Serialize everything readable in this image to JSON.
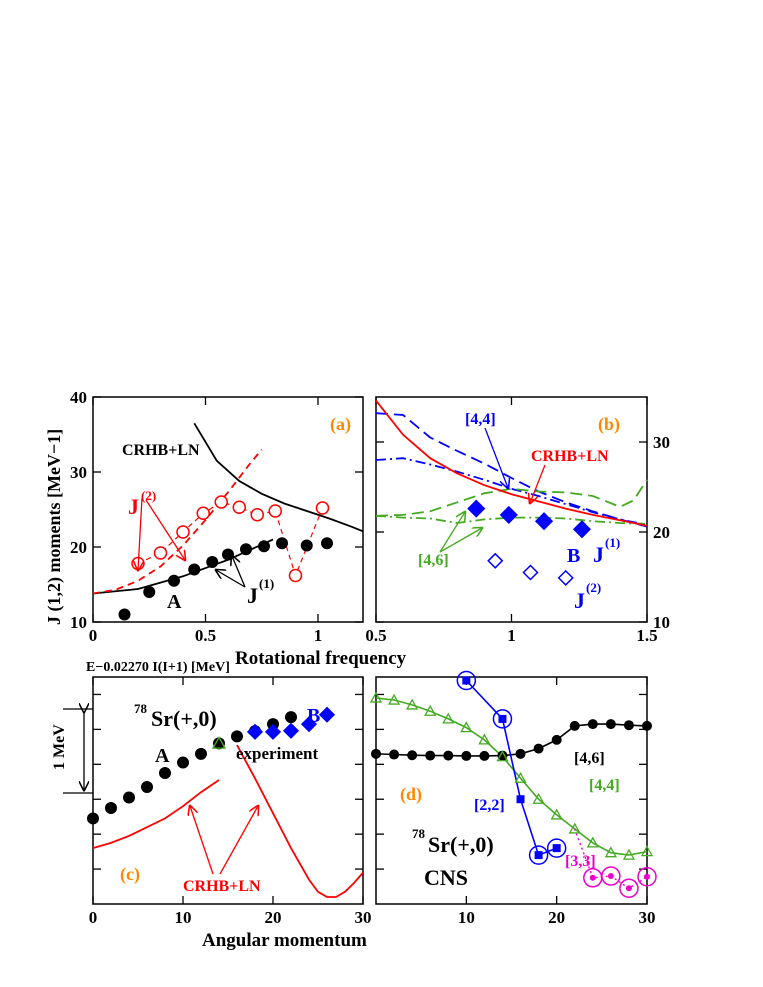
{
  "colors": {
    "black": "#000000",
    "red": "#ff0000",
    "blue": "#0000ff",
    "green": "#44aa22",
    "orange": "#ff8800",
    "magenta": "#ee00cc"
  },
  "xlabel_top": "Rotational  frequency",
  "xlabel_bottom": "Angular  momentum",
  "ylabel_a": "J (1,2) moments [MeV−1]",
  "ylabel_c": "E−0.02270 I(I+1) [MeV]",
  "scalebar_label": "1 MeV",
  "chart_data": [
    {
      "panel": "(a)",
      "type": "scatter",
      "xlim": [
        0,
        1.2
      ],
      "ylim": [
        10,
        40
      ],
      "xticks": [
        "0",
        "0.5",
        "1"
      ],
      "yticks": [
        "10",
        "20",
        "30",
        "40"
      ],
      "labels": {
        "crhb": "CRHB+LN",
        "j2": "J",
        "j2sup": "(2)",
        "j1": "J",
        "j1sup": "(1)",
        "band": "A"
      },
      "series": [
        {
          "kind": "J1-exp",
          "x": [
            0.14,
            0.25,
            0.36,
            0.45,
            0.53,
            0.6,
            0.68,
            0.76,
            0.84,
            0.95,
            1.04
          ],
          "y": [
            11,
            14,
            15.5,
            17,
            18,
            19,
            19.7,
            20.1,
            20.5,
            20.2,
            20.5
          ]
        },
        {
          "kind": "J2-exp",
          "x": [
            0.2,
            0.3,
            0.4,
            0.49,
            0.57,
            0.65,
            0.73,
            0.81,
            0.9,
            1.02
          ],
          "y": [
            17.8,
            19.2,
            22,
            24.5,
            26,
            25.3,
            24.3,
            24.8,
            16.2,
            25.2
          ]
        },
        {
          "kind": "J1-CRHB",
          "x": [
            0.0,
            0.2,
            0.4,
            0.6,
            0.8
          ],
          "y": [
            13.8,
            14.4,
            16.1,
            18.3,
            21.0
          ]
        },
        {
          "kind": "J2-CRHB",
          "x": [
            0.0,
            0.1,
            0.2,
            0.3,
            0.4,
            0.5,
            0.6,
            0.7,
            0.75
          ],
          "y": [
            13.8,
            14.3,
            15.5,
            17.4,
            20.2,
            23.6,
            27.3,
            31.2,
            33.0
          ]
        },
        {
          "kind": "J1-CRHB-high",
          "x": [
            0.45,
            0.55,
            0.65,
            0.75,
            0.85,
            0.95,
            1.05,
            1.15,
            1.2
          ],
          "y": [
            36.5,
            31.5,
            28.8,
            27.1,
            25.8,
            24.8,
            23.8,
            22.7,
            22.1
          ]
        }
      ]
    },
    {
      "panel": "(b)",
      "type": "scatter",
      "xlim": [
        0.5,
        1.5
      ],
      "ylim": [
        10,
        35
      ],
      "xticks": [
        "0.5",
        "1",
        "1.5"
      ],
      "yticks": [
        "10",
        "20",
        "30"
      ],
      "labels": {
        "c44": "[4,4]",
        "crhb": "CRHB+LN",
        "c46": "[4,6]",
        "band": "B",
        "j1": "J",
        "j1sup": "(1)",
        "j2": "J",
        "j2sup": "(2)"
      },
      "series": [
        {
          "kind": "J1-exp",
          "x": [
            0.87,
            0.99,
            1.12,
            1.26
          ],
          "y": [
            22.6,
            21.9,
            21.2,
            20.3
          ]
        },
        {
          "kind": "J2-exp",
          "x": [
            0.94,
            1.07,
            1.2
          ],
          "y": [
            16.8,
            15.5,
            14.9
          ]
        },
        {
          "kind": "CRHB",
          "x": [
            0.5,
            0.6,
            0.7,
            0.8,
            0.9,
            1.0,
            1.1,
            1.2,
            1.3,
            1.4,
            1.5
          ],
          "y": [
            34.6,
            30.8,
            28.2,
            26.5,
            25.2,
            24.2,
            23.4,
            22.6,
            21.9,
            21.3,
            20.7
          ]
        },
        {
          "kind": "44-dash",
          "x": [
            0.5,
            0.6,
            0.7,
            0.8,
            0.9,
            1.0,
            1.1,
            1.2,
            1.3,
            1.4,
            1.5
          ],
          "y": [
            33.2,
            33.0,
            30.5,
            29.0,
            27.6,
            26.0,
            24.5,
            23.3,
            22.3,
            21.4,
            20.6
          ]
        },
        {
          "kind": "44-dashdot",
          "x": [
            0.5,
            0.6,
            0.7,
            0.8,
            0.9,
            1.0,
            1.1,
            1.2,
            1.3,
            1.4,
            1.5
          ],
          "y": [
            28.0,
            28.2,
            27.5,
            26.7,
            25.8,
            24.8,
            24.0,
            23.1,
            22.2,
            21.4,
            20.8
          ]
        },
        {
          "kind": "46-dash",
          "x": [
            0.5,
            0.6,
            0.7,
            0.8,
            0.9,
            1.0,
            1.1,
            1.2,
            1.3,
            1.4,
            1.45,
            1.5
          ],
          "y": [
            21.8,
            21.9,
            22.3,
            23.3,
            24.3,
            24.8,
            24.5,
            24.4,
            24.0,
            22.8,
            23.5,
            25.8
          ]
        },
        {
          "kind": "46-dashdot",
          "x": [
            0.5,
            0.6,
            0.7,
            0.8,
            0.9,
            1.0,
            1.1,
            1.2,
            1.3,
            1.4,
            1.5
          ],
          "y": [
            21.8,
            21.6,
            21.5,
            21.0,
            21.4,
            21.6,
            21.6,
            21.5,
            21.2,
            21.0,
            20.9
          ]
        }
      ]
    },
    {
      "panel": "(c)",
      "type": "scatter",
      "xlim": [
        0,
        30
      ],
      "ylim": [
        0,
        6.5
      ],
      "xticks": [
        "0",
        "10",
        "20",
        "30"
      ],
      "labels": {
        "nucleus": "Sr(+,0)",
        "mass": "78",
        "exp": "experiment",
        "crhb": "CRHB+LN",
        "bandA": "A",
        "bandB": "B"
      },
      "series": [
        {
          "kind": "A",
          "x": [
            0,
            2,
            4,
            6,
            8,
            10,
            12,
            14,
            16,
            18,
            20,
            22
          ],
          "y": [
            2.45,
            2.75,
            3.05,
            3.35,
            3.75,
            4.05,
            4.3,
            4.6,
            4.8,
            4.95,
            5.15,
            5.35
          ]
        },
        {
          "kind": "B",
          "x": [
            18,
            20,
            22,
            24,
            26
          ],
          "y": [
            4.93,
            4.93,
            4.96,
            5.15,
            5.42
          ]
        },
        {
          "kind": "CRHB-low",
          "x": [
            0,
            2,
            4,
            6,
            8,
            10,
            12,
            14
          ],
          "y": [
            1.6,
            1.75,
            1.95,
            2.2,
            2.45,
            2.8,
            3.2,
            3.55
          ]
        },
        {
          "kind": "CRHB-high",
          "x": [
            16,
            18,
            20,
            22,
            24,
            25,
            26,
            27,
            28,
            29,
            30
          ],
          "y": [
            4.55,
            3.6,
            2.6,
            1.6,
            0.7,
            0.35,
            0.2,
            0.2,
            0.35,
            0.6,
            0.9
          ]
        }
      ]
    },
    {
      "panel": "(d)",
      "type": "scatter",
      "xlim": [
        0,
        30
      ],
      "ylim": [
        0,
        6.5
      ],
      "xticks": [
        "10",
        "20",
        "30"
      ],
      "labels": {
        "nucleus": "Sr(+,0)",
        "mass": "78",
        "cns": "CNS",
        "c46": "[4,6]",
        "c44": "[4,4]",
        "c22": "[2,2]",
        "c33": "[3,3]"
      },
      "series": [
        {
          "kind": "46",
          "x": [
            0,
            2,
            4,
            6,
            8,
            10,
            12,
            14,
            16,
            18,
            20,
            22,
            24,
            26,
            28,
            30
          ],
          "y": [
            4.3,
            4.28,
            4.26,
            4.25,
            4.25,
            4.24,
            4.24,
            4.25,
            4.3,
            4.45,
            4.7,
            5.1,
            5.15,
            5.15,
            5.12,
            5.1
          ]
        },
        {
          "kind": "44",
          "x": [
            0,
            2,
            4,
            6,
            8,
            10,
            12,
            14,
            16,
            18,
            20,
            22,
            24,
            26,
            28,
            30
          ],
          "y": [
            5.9,
            5.84,
            5.7,
            5.52,
            5.3,
            5.05,
            4.7,
            4.22,
            3.6,
            3.0,
            2.55,
            2.15,
            1.75,
            1.47,
            1.4,
            1.5
          ]
        },
        {
          "kind": "22",
          "x": [
            10,
            14,
            16,
            18,
            20
          ],
          "y": [
            6.4,
            5.3,
            3.0,
            1.4,
            1.6
          ]
        },
        {
          "kind": "33",
          "x": [
            24,
            26,
            28,
            30
          ],
          "y": [
            0.75,
            0.8,
            0.45,
            0.78
          ]
        }
      ]
    }
  ]
}
